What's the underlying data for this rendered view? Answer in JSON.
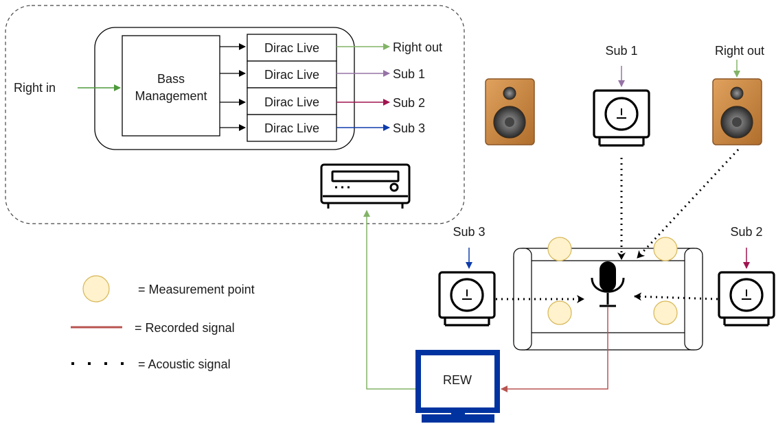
{
  "processor": {
    "input_label": "Right in",
    "bass_management_line1": "Bass",
    "bass_management_line2": "Management",
    "dirac_blocks": [
      "Dirac Live",
      "Dirac Live",
      "Dirac Live",
      "Dirac Live"
    ],
    "outputs": [
      "Right out",
      "Sub 1",
      "Sub 2",
      "Sub 3"
    ]
  },
  "room": {
    "sub1_label": "Sub 1",
    "sub2_label": "Sub 2",
    "sub3_label": "Sub 3",
    "right_out_label": "Right out",
    "rew_label": "REW"
  },
  "legend": {
    "measurement_point": "= Measurement point",
    "recorded_signal": "= Recorded signal",
    "acoustic_signal": "= Acoustic signal"
  },
  "colors": {
    "right_out": "#82b366",
    "input_arrow": "#4d9a3a",
    "sub1": "#9673a6",
    "sub2": "#a0144f",
    "sub3": "#0f3cab",
    "recorded": "#b85450",
    "monitor": "#0033a0",
    "measure_fill": "#fff2cc",
    "measure_stroke": "#d6b656",
    "speaker_wood": "#c8843f"
  }
}
